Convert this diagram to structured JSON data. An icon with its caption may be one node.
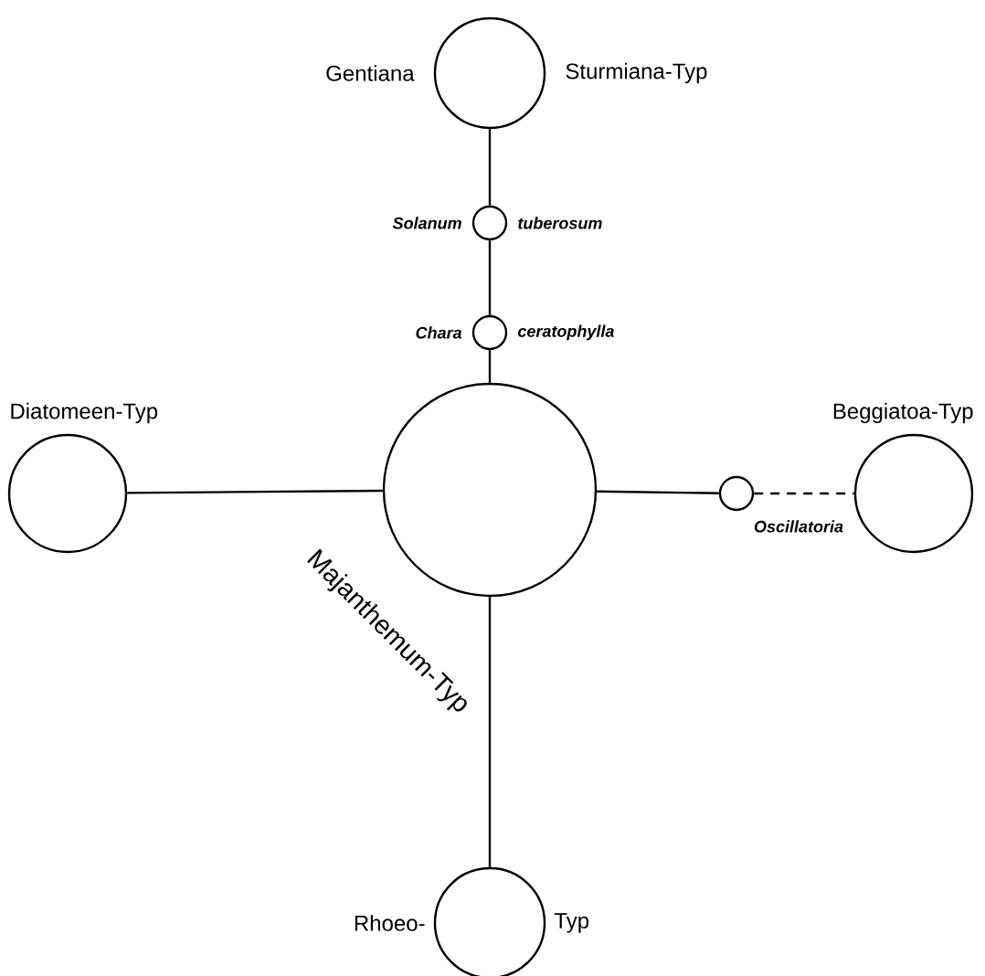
{
  "diagram": {
    "nodes": [
      {
        "text": [
          "Majanthemum-Typ"
        ]
      },
      {
        "text": [
          "Gentiana",
          "Sturmiana-Typ"
        ]
      },
      {
        "text": [
          "Solanum",
          "tuberosum"
        ]
      },
      {
        "text": [
          "Chara",
          "ceratophylla"
        ]
      },
      {
        "text": [
          "Diatomeen-Typ"
        ]
      },
      {
        "text": [
          "Oscillatoria"
        ]
      },
      {
        "text": [
          "Beggiatoa-Typ"
        ]
      },
      {
        "text": [
          "Rhoeo-",
          "Typ"
        ]
      }
    ],
    "edges": [
      {
        "from": 1,
        "to": 2,
        "arrow": "none"
      },
      {
        "from": 2,
        "to": 3,
        "arrow": "none"
      },
      {
        "from": 3,
        "to": 0,
        "arrow": "none"
      },
      {
        "from": 4,
        "to": 0,
        "arrow": "none"
      },
      {
        "from": 0,
        "to": 5,
        "arrow": "none"
      },
      {
        "from": 5,
        "to": 6,
        "arrow": "none",
        "style": "dashed"
      },
      {
        "from": 0,
        "to": 7,
        "arrow": "none"
      }
    ]
  }
}
